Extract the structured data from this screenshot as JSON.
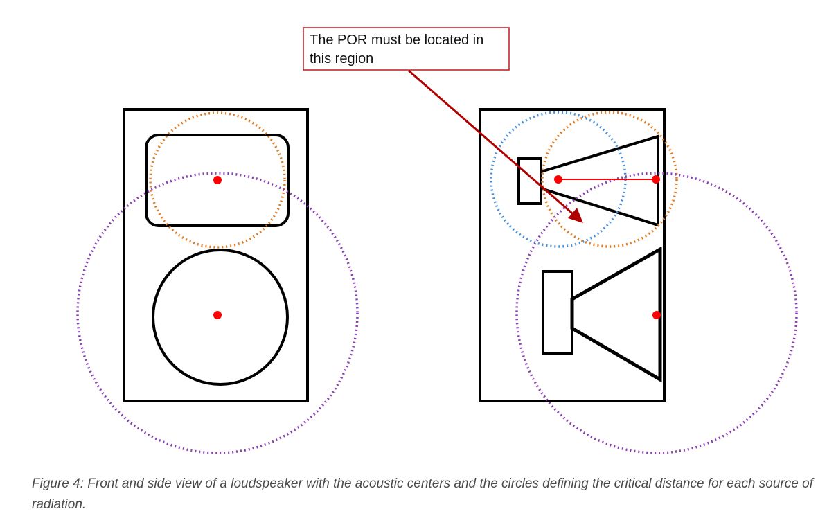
{
  "callout": {
    "line1": "The POR must be located in",
    "line2": "this region"
  },
  "caption": {
    "text": "Figure 4: Front and side view of a loudspeaker with the acoustic centers and the circles defining the critical distance for each source of radiation."
  },
  "colors": {
    "outline": "#000000",
    "acoustic_center": "#ff0000",
    "tweeter_critical_circle": "#e07b22",
    "woofer_critical_circle": "#8b3fb5",
    "side_tweeter_circle": "#4a90d9",
    "callout_border": "#c0191f",
    "callout_arrow": "#b00000",
    "caption_text": "#4a4a4a"
  }
}
